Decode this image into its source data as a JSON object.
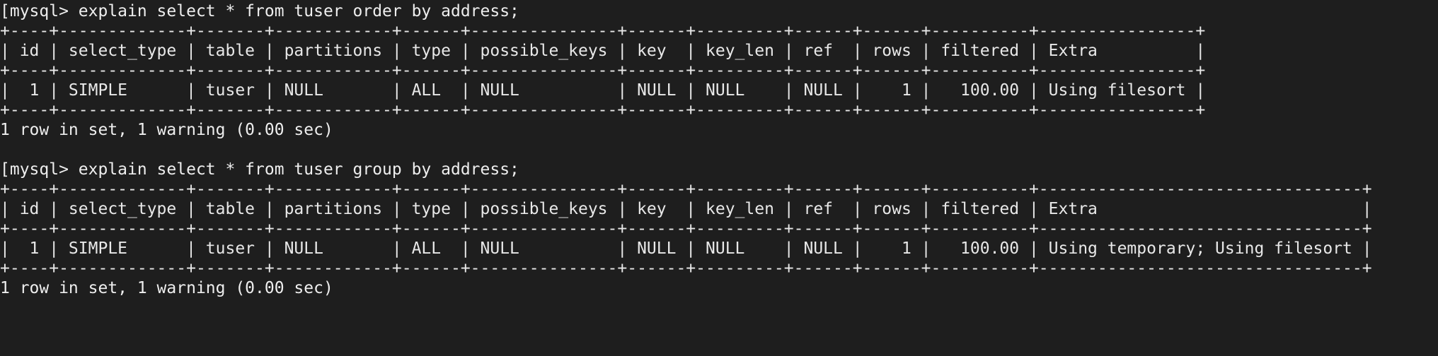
{
  "terminal": {
    "blocks": [
      {
        "command": "[mysql> explain select * from tuser order by address;",
        "table_lines": [
          "+----+-------------+-------+------------+------+---------------+------+---------+------+------+----------+----------------+",
          "| id | select_type | table | partitions | type | possible_keys | key  | key_len | ref  | rows | filtered | Extra          |",
          "+----+-------------+-------+------------+------+---------------+------+---------+------+------+----------+----------------+",
          "|  1 | SIMPLE      | tuser | NULL       | ALL  | NULL          | NULL | NULL    | NULL |    1 |   100.00 | Using filesort |",
          "+----+-------------+-------+------------+------+---------------+------+---------+------+------+----------+----------------+"
        ],
        "status": "1 row in set, 1 warning (0.00 sec)"
      },
      {
        "command": "[mysql> explain select * from tuser group by address;",
        "table_lines": [
          "+----+-------------+-------+------------+------+---------------+------+---------+------+------+----------+---------------------------------+",
          "| id | select_type | table | partitions | type | possible_keys | key  | key_len | ref  | rows | filtered | Extra                           |",
          "+----+-------------+-------+------------+------+---------------+------+---------+------+------+----------+---------------------------------+",
          "|  1 | SIMPLE      | tuser | NULL       | ALL  | NULL          | NULL | NULL    | NULL |    1 |   100.00 | Using temporary; Using filesort |",
          "+----+-------------+-------+------------+------+---------------+------+---------+------+------+----------+---------------------------------+"
        ],
        "status": "1 row in set, 1 warning (0.00 sec)"
      }
    ]
  }
}
